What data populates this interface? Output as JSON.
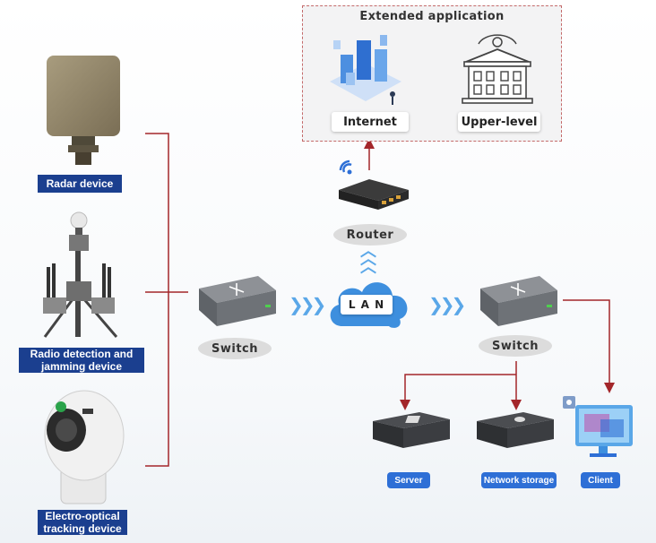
{
  "extended": {
    "title": "Extended application",
    "internet_label": "Internet",
    "upper_label": "Upper-level"
  },
  "devices": {
    "radar": "Radar device",
    "radio": "Radio detection and jamming device",
    "eo": "Electro-optical tracking device"
  },
  "network": {
    "router": "Router",
    "switch_left": "Switch",
    "switch_right": "Switch",
    "lan": "L A N"
  },
  "endpoints": {
    "server": "Server",
    "storage": "Network storage",
    "client": "Client"
  },
  "colors": {
    "connector_red": "#a3262a",
    "label_blue": "#1b3f8f",
    "button_blue": "#2e6fd6",
    "arrow_blue": "#5aa7e8"
  },
  "icons": [
    "radar-panel-icon",
    "radio-jammer-icon",
    "camera-turret-icon",
    "switch-icon",
    "cloud-icon",
    "router-icon",
    "wifi-icon",
    "server-icon",
    "storage-icon",
    "client-monitor-icon",
    "building-icon",
    "city-blocks-icon"
  ]
}
